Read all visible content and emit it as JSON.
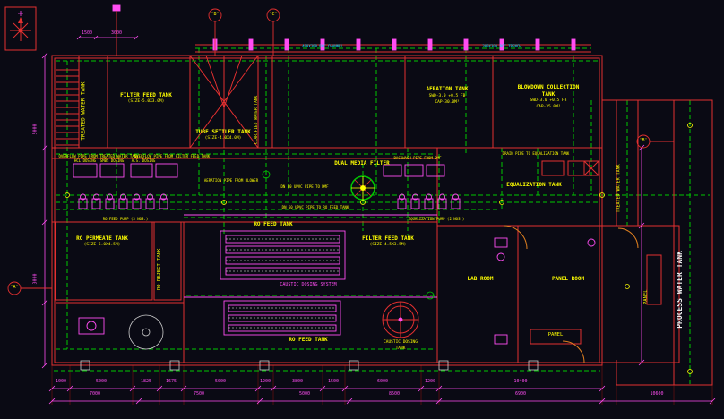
{
  "palette": {
    "background": "#0a0a14",
    "wall_red": "#e33030",
    "pipe_green": "#00c800",
    "dim_magenta": "#ff4df2",
    "label_yellow": "#ffff00",
    "detail_cyan": "#00e5ff",
    "text_white": "#f5f5f5"
  },
  "grid": {
    "bubble_b_top": "'B'",
    "bubble_c_top": "'C'",
    "bubble_a_left": "'A'",
    "bubble_b_right": "'B'"
  },
  "tanks": {
    "treated_water_left": "TREATED WATER TANK",
    "filter_feed_top": "FILTER FEED TANK",
    "filter_feed_top_size": "(SIZE-5.0X3.0M)",
    "tube_settler": "TUBE SETTLER TANK",
    "tube_settler_size": "(SIZE-4.0X4.0M)",
    "clarified_vertical": "CLARIFIED WATER TANK",
    "aeration_1": "AERATION TANK",
    "aeration_2": "SWD-3.0 +0.5 FB",
    "aeration_3": "CAP-30.0M³",
    "blowdown_1": "BLOWDOWN COLLECTION",
    "blowdown_2": "TANK",
    "blowdown_3": "SWD-3.0 +0.5 FB",
    "blowdown_4": "CAP-35.0M³",
    "dual_media_filter": "DUAL MEDIA FILTER",
    "equalization": "EQUALIZATION TANK",
    "ro_permeate": "RO PERMEATE TANK",
    "ro_permeate_size": "(SIZE-6.0X4.5M)",
    "ro_reject_vertical": "RO REJECT TANK",
    "ro_feed_mid": "RO FEED TANK",
    "filter_feed_mid": "FILTER FEED TANK",
    "filter_feed_mid_size": "(SIZE-4.5X3.5M)",
    "caustic_system": "CAUSTIC DOSING SYSTEM",
    "ro_feed_bottom": "RO FEED TANK",
    "caustic_tank_1": "CAUSTIC DOSING",
    "caustic_tank_2": "TANK",
    "lab_room": "LAB ROOM",
    "panel_room": "PANEL ROOM",
    "panel_a": "PANEL",
    "panel_b": "PANEL",
    "treated_water_right": "TREATED WATER TANK",
    "process_water": "PROCESS WATER TANK"
  },
  "notes": {
    "overflow_treated": "OVERFLOW PIPE FROM TREATED WATER TANK",
    "overflow_filter": "OVERFLOW PIPE FROM FILTER FEED TANK",
    "aeration_pipe": "AERATION PIPE FROM BLOWER",
    "dmf_pipe": "DN 80 UPVC PIPE TO DMF",
    "ro_feed_pipe": "DN 50 UPVC PIPE TO RO FEED TANK",
    "backwash_pipe": "BACKWASH PIPE FROM DMF",
    "drain_pipe": "DRAIN PIPE TO EQUALIZATION TANK",
    "dosing_hcl": "HCL DOSING",
    "dosing_smbs": "SMBS DOSING",
    "dosing_as": "A.S. DOSING",
    "ro_pumps": "RO FEED PUMP (3 NOS.)",
    "eq_pumps": "EQUALIZATION PUMP (2 NOS.)",
    "rcc_channel": "400X300 RCC CHANNEL",
    "rcc_trench": "300X300 RCC TRENCH"
  },
  "dims": {
    "top": [
      "1500",
      "3000"
    ],
    "row1": [
      "1000",
      "5000",
      "1825",
      "1675",
      "5000",
      "1200",
      "3800",
      "1500",
      "6000",
      "1200",
      "10400"
    ],
    "row2": [
      "7000",
      "7500",
      "5000",
      "8500",
      "6900",
      "10600"
    ],
    "left": [
      "5000",
      "3000"
    ]
  }
}
